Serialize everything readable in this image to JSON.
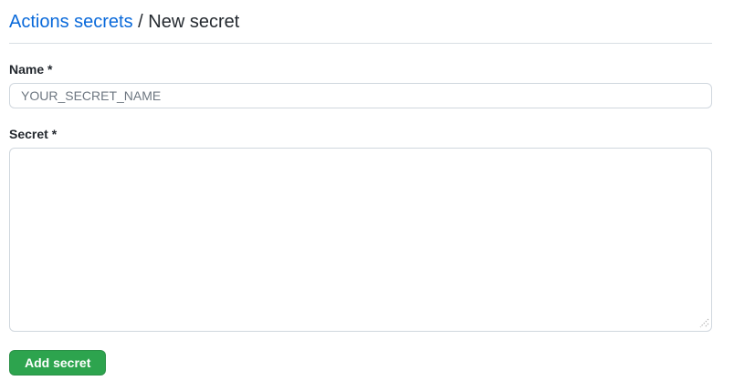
{
  "header": {
    "breadcrumb_link": "Actions secrets",
    "separator": "/",
    "current_page": "New secret"
  },
  "form": {
    "name_field": {
      "label": "Name",
      "required_indicator": "*",
      "placeholder": "YOUR_SECRET_NAME",
      "value": ""
    },
    "secret_field": {
      "label": "Secret",
      "required_indicator": "*",
      "placeholder": "",
      "value": ""
    },
    "submit_label": "Add secret"
  },
  "colors": {
    "link_blue": "#0969da",
    "text_dark": "#24292f",
    "input_border": "#d0d7de",
    "divider": "#d8dee4",
    "placeholder_gray": "#6e7781",
    "button_green": "#2da44e"
  }
}
